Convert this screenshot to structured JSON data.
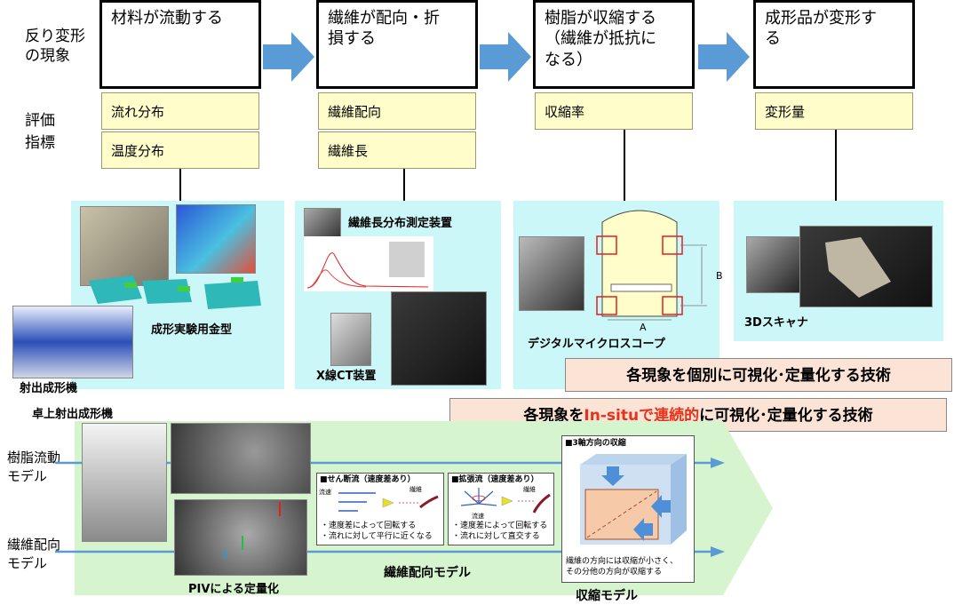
{
  "rows": {
    "phenomenon_label": "反り変形\nの現象",
    "metric_label": "評価\n指標"
  },
  "phenomena": [
    "材料が流動する",
    "繊維が配向・折\n損する",
    "樹脂が収縮する\n（繊維が抵抗に\nなる）",
    "成形品が変形す\nる"
  ],
  "metrics": {
    "col1": [
      "流れ分布",
      "温度分布"
    ],
    "col2": [
      "繊維配向",
      "繊維長"
    ],
    "col3": [
      "収縮率"
    ],
    "col4": [
      "変形量"
    ]
  },
  "captions": {
    "mold": "成形実験用金型",
    "injection": "射出成形機",
    "fiber_length": "繊維長分布測定装置",
    "xct": "X線CT装置",
    "microscope": "デジタルマイクロスコープ",
    "scanner": "3Dスキャナ",
    "dim_a": "A",
    "dim_b": "B"
  },
  "banners": {
    "individual": "各現象を個別に可視化･定量化する技術",
    "insitu_pre": "各現象を",
    "insitu_red": "In-situで連続的",
    "insitu_post": "に可視化･定量化する技術"
  },
  "bottom": {
    "tabletop": "卓上射出成形機",
    "resin_model": "樹脂流動\nモデル",
    "fiber_model_left": "繊維配向\nモデル",
    "piv": "PIVによる定量化",
    "fiber_model": "繊維配向モデル",
    "shrink_model": "収縮モデル",
    "shear_title": "■せん断流（速度差あり）",
    "shear_note": "・速度差によって回転する\n・流れに対して平行に近くなる",
    "ext_title": "■拡張流（速度差あり）",
    "ext_note": "・速度差によって回転する\n・流れに対して直交する",
    "flow_label": "流速",
    "fiber_label": "繊維",
    "shrink_title": "■3軸方向の収縮",
    "shrink_note": "繊維の方向には収縮が小さく、\nその分他の方向が収縮する"
  },
  "colors": {
    "arrow_blue": "#5b9bd5",
    "panel_cyan": "#ccf7f8",
    "metric_yellow": "#fffecb",
    "banner_pink": "#fbe4d5",
    "green_band": "#d6f5cf",
    "accent_red": "#e8311a"
  }
}
